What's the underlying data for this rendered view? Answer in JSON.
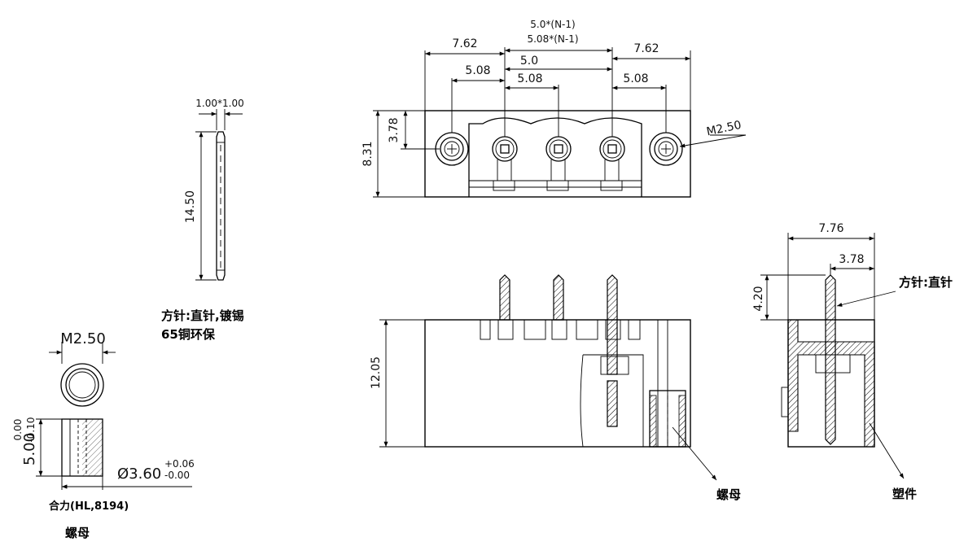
{
  "top_view": {
    "dim_pitch_a": "5.0*(N-1)",
    "dim_pitch_b": "5.08*(N-1)",
    "dim_left_outer": "7.62",
    "dim_right_outer": "7.62",
    "dim_center_50": "5.0",
    "dim_center_508": "5.08",
    "dim_left_508": "5.08",
    "dim_right_508": "5.08",
    "dim_height": "8.31",
    "dim_hole": "3.78",
    "dim_thread": "M2.50"
  },
  "pin_view": {
    "dim_section": "1.00*1.00",
    "dim_length": "14.50",
    "label_line1": "方针:直针,镀锡",
    "label_line2": "65铜环保"
  },
  "nut_view": {
    "dim_thread": "M2.50",
    "dim_height": "5.00",
    "tol_upper": "0.00",
    "tol_lower": "-0.10",
    "dim_diameter": "Ø3.60",
    "dia_tol_upper": "+0.06",
    "dia_tol_lower": "-0.00",
    "material": "合力(HL,8194)",
    "name": "螺母"
  },
  "front_view": {
    "dim_height": "12.05",
    "label_nut": "螺母"
  },
  "side_view": {
    "dim_width": "7.76",
    "dim_offset": "3.78",
    "dim_pin_height": "4.20",
    "label_pin": "方针:直针",
    "label_plastic": "塑件"
  }
}
